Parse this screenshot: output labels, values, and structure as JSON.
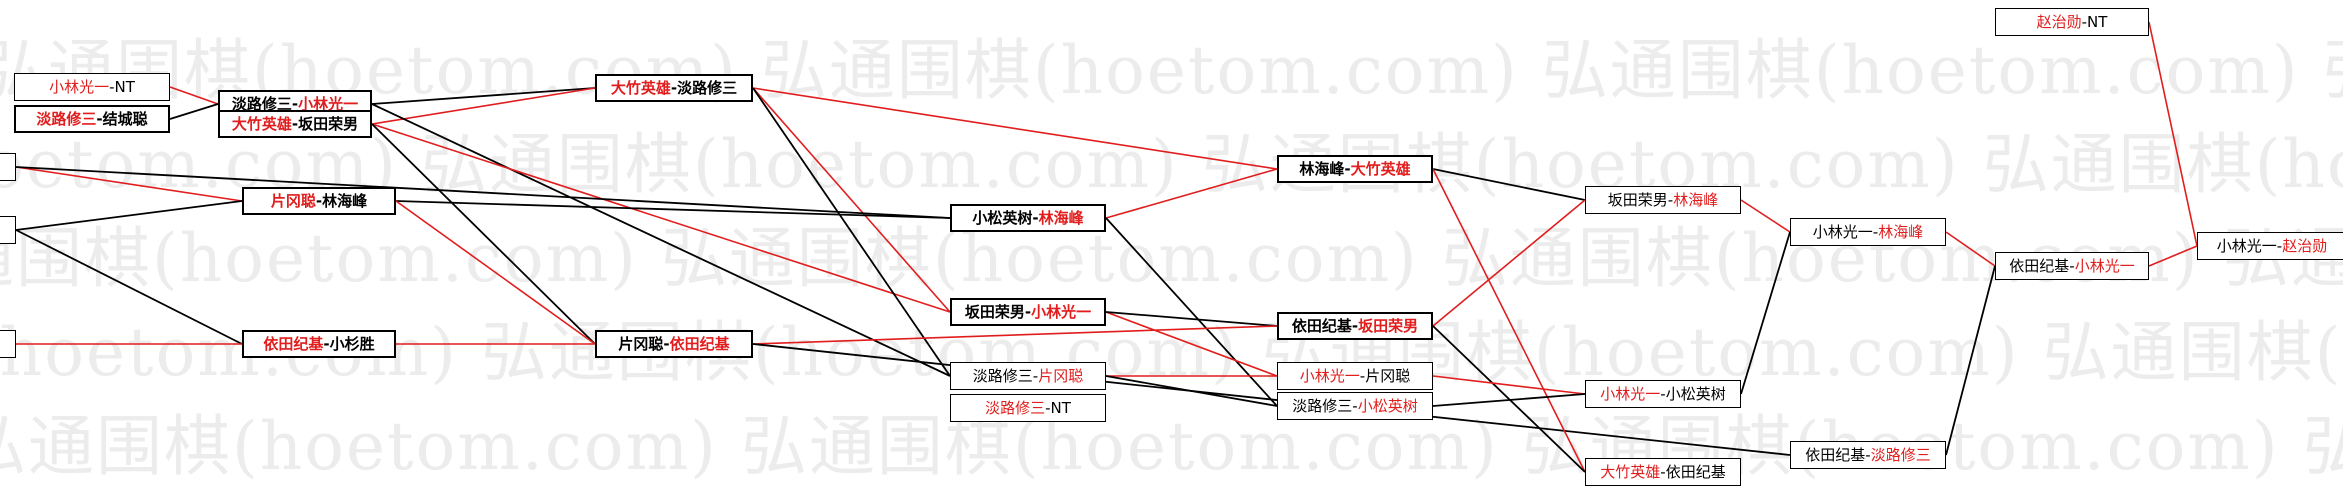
{
  "watermark": {
    "text": "弘通围棋(hoetom.com)",
    "rows": [
      "弘通围棋(hoetom.com) 弘通围棋(hoetom.com) 弘通围棋(hoetom.com) 弘通围棋(hoetom.com) 弘通围棋(hoetom.com)",
      "弘通围棋(hoetom.com) 弘通围棋(hoetom.com) 弘通围棋(hoetom.com) 弘通围棋(hoetom.com) 弘通围棋(hoetom.com)",
      "弘通围棋(hoetom.com) 弘通围棋(hoetom.com) 弘通围棋(hoetom.com) 弘通围棋(hoetom.com) 弘通围棋(hoetom.com)",
      "弘通围棋(hoetom.com) 弘通围棋(hoetom.com) 弘通围棋(hoetom.com) 弘通围棋(hoetom.com) 弘通围棋(hoetom.com)",
      "弘通围棋(hoetom.com) 弘通围棋(hoetom.com) 弘通围棋(hoetom.com) 弘通围棋(hoetom.com) 弘通围棋(hoetom.com)"
    ]
  },
  "colors": {
    "winner": "#e11d1d",
    "normal": "#000000",
    "line_win": "#e11d1d",
    "line_lose": "#000000"
  },
  "nodes": [
    {
      "id": "n1",
      "a": "小林光一",
      "b": "NT",
      "w": "a"
    },
    {
      "id": "n2",
      "a": "淡路修三",
      "b": "结城聪",
      "w": "a"
    },
    {
      "id": "n3",
      "a": "淡路修三",
      "b": "小林光一",
      "w": "b"
    },
    {
      "id": "n4",
      "a": "大竹英雄",
      "b": "坂田荣男",
      "w": "a"
    },
    {
      "id": "n5",
      "a": "大竹英雄",
      "b": "淡路修三",
      "w": "a"
    },
    {
      "id": "n6",
      "a": "片冈聪",
      "b": "林海峰",
      "w": "a"
    },
    {
      "id": "n7",
      "a": "依田纪基",
      "b": "小杉胜",
      "w": "a"
    },
    {
      "id": "n8",
      "a": "小松英树",
      "b": "林海峰",
      "w": "b"
    },
    {
      "id": "n9",
      "a": "坂田荣男",
      "b": "小林光一",
      "w": "b"
    },
    {
      "id": "n10",
      "a": "片冈聪",
      "b": "依田纪基",
      "w": "b"
    },
    {
      "id": "n11",
      "a": "淡路修三",
      "b": "片冈聪",
      "w": "b"
    },
    {
      "id": "n12",
      "a": "淡路修三",
      "b": "NT",
      "w": "a"
    },
    {
      "id": "n13",
      "a": "林海峰",
      "b": "大竹英雄",
      "w": "b"
    },
    {
      "id": "n14",
      "a": "依田纪基",
      "b": "坂田荣男",
      "w": "b"
    },
    {
      "id": "n15",
      "a": "小林光一",
      "b": "片冈聪",
      "w": "a"
    },
    {
      "id": "n16",
      "a": "淡路修三",
      "b": "小松英树",
      "w": "b"
    },
    {
      "id": "n17",
      "a": "坂田荣男",
      "b": "林海峰",
      "w": "b"
    },
    {
      "id": "n18",
      "a": "小林光一",
      "b": "小松英树",
      "w": "a"
    },
    {
      "id": "n19",
      "a": "大竹英雄",
      "b": "依田纪基",
      "w": "a"
    },
    {
      "id": "n20",
      "a": "小林光一",
      "b": "林海峰",
      "w": "b"
    },
    {
      "id": "n21",
      "a": "依田纪基",
      "b": "淡路修三",
      "w": "b"
    },
    {
      "id": "n22",
      "a": "依田纪基",
      "b": "小林光一",
      "w": "b"
    },
    {
      "id": "n23",
      "a": "赵治勋",
      "b": "NT",
      "w": "a"
    },
    {
      "id": "n24",
      "a": "小林光一",
      "b": "赵治勋",
      "w": "b"
    },
    {
      "id": "s1",
      "a": "",
      "b": "",
      "w": ""
    },
    {
      "id": "s2",
      "a": "",
      "b": "",
      "w": ""
    },
    {
      "id": "s3",
      "a": "",
      "b": "",
      "w": ""
    }
  ]
}
